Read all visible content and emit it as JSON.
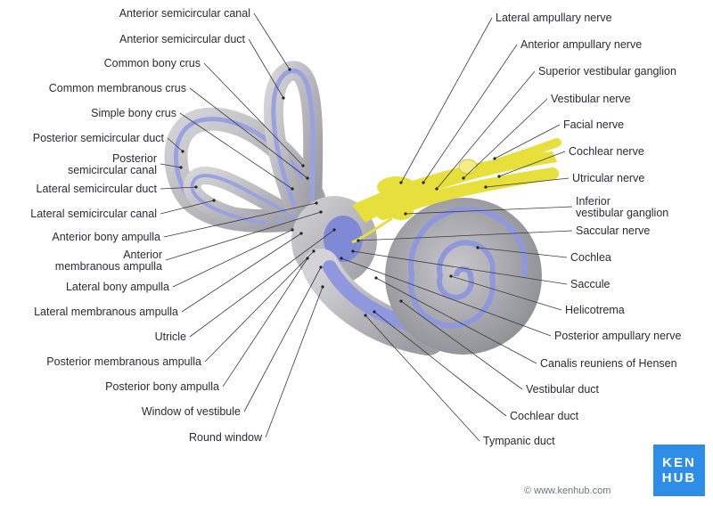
{
  "labels_left": [
    "Anterior semicircular canal",
    "Anterior semicircular duct",
    "Common bony crus",
    "Common membranous crus",
    "Simple bony crus",
    "Posterior semicircular duct",
    "Posterior semicircular canal",
    "Lateral semicircular duct",
    "Lateral semicircular canal",
    "Anterior bony ampulla",
    "Anterior membranous ampulla",
    "Lateral bony ampulla",
    "Lateral membranous ampulla",
    "Utricle",
    "Posterior membranous ampulla",
    "Posterior bony ampulla",
    "Window of vestibule",
    "Round window"
  ],
  "labels_right": [
    "Lateral ampullary nerve",
    "Anterior ampullary nerve",
    "Superior vestibular ganglion",
    "Vestibular nerve",
    "Facial nerve",
    "Cochlear nerve",
    "Utricular nerve",
    "Inferior vestibular ganglion",
    "Saccular nerve",
    "Cochlea",
    "Saccule",
    "Helicotrema",
    "Posterior ampullary nerve",
    "Canalis reuniens of Hensen",
    "Vestibular duct",
    "Cochlear duct",
    "Tympanic duct"
  ],
  "credit": "© www.kenhub.com",
  "logo": {
    "line1": "KEN",
    "line2": "HUB"
  },
  "colors": {
    "bone": "#b9b9be",
    "membrane": "#8f98dc",
    "nerve": "#e6df3c",
    "logo": "#2e8de6"
  }
}
